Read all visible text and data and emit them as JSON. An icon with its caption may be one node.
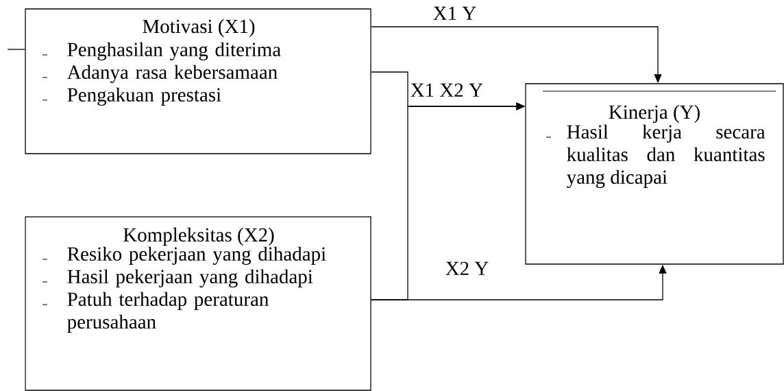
{
  "diagram": {
    "nodes": [
      {
        "text": [
          "Motivasi (X1)",
          "Penghasilan yang diterima",
          "Adanya rasa kebersamaan",
          "Pengakuan prestasi"
        ]
      },
      {
        "text": [
          "Kompleksitas (X2)",
          "Resiko pekerjaan yang dihadapi",
          "Hasil pekerjaan yang dihadapi",
          "Patuh terhadap peraturan perusahaan"
        ]
      },
      {
        "text": [
          "Kinerja (Y)",
          "Hasil kerja secara kualitas dan kuantitas yang dicapai"
        ]
      }
    ],
    "edges": [
      {
        "from": 0,
        "to": 2,
        "arrow": "to",
        "label": "X1 Y"
      },
      {
        "from": 0,
        "to": 2,
        "arrow": "to",
        "label": "X1 X2 Y"
      },
      {
        "from": 1,
        "to": 2,
        "arrow": "to"
      },
      {
        "from": 1,
        "to": 2,
        "arrow": "to",
        "label": "X2 Y"
      },
      {
        "from": null,
        "to": 0,
        "arrow": "none"
      }
    ]
  }
}
